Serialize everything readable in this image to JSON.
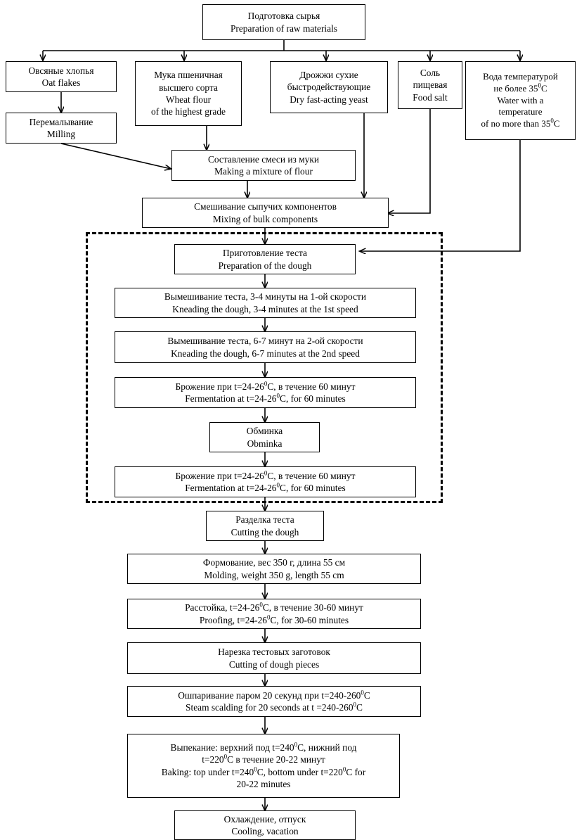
{
  "diagram": {
    "title_ru": "Подготовка сырья",
    "title_en": "Preparation of raw materials",
    "line_color": "#000000",
    "box_border_color": "#000000",
    "background": "#ffffff"
  },
  "nodes": {
    "prep_raw": {
      "ru": "Подготовка сырья",
      "en": "Preparation of raw materials"
    },
    "oat_flakes": {
      "ru": "Овсяные хлопья",
      "en": "Oat flakes"
    },
    "milling": {
      "ru": "Перемалывание",
      "en": "Milling"
    },
    "wheat_flour": {
      "ru_1": "Мука пшеничная",
      "ru_2": "высшего сорта",
      "en_1": "Wheat flour",
      "en_2": "of the highest grade"
    },
    "dry_yeast": {
      "ru_1": "Дрожжи сухие",
      "ru_2": "быстродействующие",
      "en": "Dry fast-acting yeast"
    },
    "food_salt": {
      "ru_1": "Соль",
      "ru_2": "пищевая",
      "en": "Food salt"
    },
    "water": {
      "ru_1": "Вода температурой",
      "ru_2": "не более 35",
      "ru_2_sup": "0",
      "ru_2_tail": "С",
      "en_1": "Water with a",
      "en_2": "temperature",
      "en_3": "of no more than 35",
      "en_3_sup": "0",
      "en_3_tail": "C"
    },
    "flour_mixture": {
      "ru": "Составление  смеси  из муки",
      "en": "Making a mixture of flour"
    },
    "mixing_bulk": {
      "ru": "Смешивание  сыпучих компонентов",
      "en": "Mixing of bulk components"
    },
    "dough_prep": {
      "ru": "Приготовление  теста",
      "en": "Preparation of the dough"
    },
    "knead_1": {
      "ru": "Вымешивание  теста,  3-4 минуты на 1-ой скорости",
      "en": "Kneading  the dough, 3-4 minutes at the 1st speed"
    },
    "knead_2": {
      "ru": "Вымешивание  теста,  6-7 минут  на 2-ой скорости",
      "en": "Kneading  the dough, 6-7 minutes at the 2nd speed"
    },
    "ferment_1": {
      "ru_a": "Брожение  при t=24-26",
      "ru_sup": "0",
      "ru_b": "С, в течение 60 минут",
      "en_a": "Fermentation at t=24-26",
      "en_sup": "0",
      "en_b": "C, for 60 minutes"
    },
    "obminka": {
      "ru": "Обминка",
      "en": "Obminka"
    },
    "ferment_2": {
      "ru_a": "Брожение  при t=24-26",
      "ru_sup": "0",
      "ru_b": "С, в течение 60 минут",
      "en_a": "Fermentation at t=24-26",
      "en_sup": "0",
      "en_b": "C, for 60 minutes"
    },
    "cutting_dough": {
      "ru": "Разделка теста",
      "en": "Cutting the dough"
    },
    "molding": {
      "ru": "Формование,  вес 350 г, длина 55 см",
      "en": "Molding, weight 350 g, length 55 cm"
    },
    "proofing": {
      "ru_a": "Расстойка,  t=24-26",
      "ru_sup": "0",
      "ru_b": "С, в течение 30-60 минут",
      "en_a": "Proofing, t=24-26",
      "en_sup": "0",
      "en_b": "C, for 30-60 minutes"
    },
    "cutting_pieces": {
      "ru": "Нарезка  тестовых  заготовок",
      "en": "Cutting of dough pieces"
    },
    "steam_scalding": {
      "ru_a": "Ошпаривание  паром 20 секунд при t=240-260",
      "ru_sup": "0",
      "ru_b": "С",
      "en_a": "Steam scalding for 20 seconds at t =240-260",
      "en_sup": "0",
      "en_b": "C"
    },
    "baking": {
      "ru_1a": "Выпекание:  верхний  под t=240",
      "ru_1sup": "0",
      "ru_1b": "С, нижний под",
      "ru_2a": "t=220",
      "ru_2sup": "0",
      "ru_2b": "С в течение 20-22 минут",
      "en_1a": "Baking: top under t=240",
      "en_1sup": "0",
      "en_1b": "C, bottom under t=220",
      "en_1sup2": "0",
      "en_1c": "C for",
      "en_2": "20-22 minutes"
    },
    "cooling": {
      "ru": "Охлаждение,  отпуск",
      "en": "Cooling, vacation"
    }
  },
  "edges": [
    {
      "name": "prep-raw-to-oat-flakes",
      "from": "prep_raw",
      "to": "oat_flakes"
    },
    {
      "name": "prep-raw-to-wheat-flour",
      "from": "prep_raw",
      "to": "wheat_flour"
    },
    {
      "name": "prep-raw-to-dry-yeast",
      "from": "prep_raw",
      "to": "dry_yeast"
    },
    {
      "name": "prep-raw-to-food-salt",
      "from": "prep_raw",
      "to": "food_salt"
    },
    {
      "name": "prep-raw-to-water",
      "from": "prep_raw",
      "to": "water"
    },
    {
      "name": "oat-flakes-to-milling",
      "from": "oat_flakes",
      "to": "milling"
    },
    {
      "name": "milling-to-flour-mixture",
      "from": "milling",
      "to": "flour_mixture"
    },
    {
      "name": "wheat-flour-to-flour-mixture",
      "from": "wheat_flour",
      "to": "flour_mixture"
    },
    {
      "name": "flour-mixture-to-mixing-bulk",
      "from": "flour_mixture",
      "to": "mixing_bulk"
    },
    {
      "name": "dry-yeast-to-mixing-bulk",
      "from": "dry_yeast",
      "to": "mixing_bulk"
    },
    {
      "name": "food-salt-to-mixing-bulk",
      "from": "food_salt",
      "to": "mixing_bulk"
    },
    {
      "name": "mixing-bulk-to-dough-prep",
      "from": "mixing_bulk",
      "to": "dough_prep"
    },
    {
      "name": "water-to-dough-prep",
      "from": "water",
      "to": "dough_prep"
    },
    {
      "name": "dough-prep-to-knead-1",
      "from": "dough_prep",
      "to": "knead_1"
    },
    {
      "name": "knead-1-to-knead-2",
      "from": "knead_1",
      "to": "knead_2"
    },
    {
      "name": "knead-2-to-ferment-1",
      "from": "knead_2",
      "to": "ferment_1"
    },
    {
      "name": "ferment-1-to-obminka",
      "from": "ferment_1",
      "to": "obminka"
    },
    {
      "name": "obminka-to-ferment-2",
      "from": "obminka",
      "to": "ferment_2"
    },
    {
      "name": "ferment-2-to-cutting-dough",
      "from": "ferment_2",
      "to": "cutting_dough"
    },
    {
      "name": "cutting-dough-to-molding",
      "from": "cutting_dough",
      "to": "molding"
    },
    {
      "name": "molding-to-proofing",
      "from": "molding",
      "to": "proofing"
    },
    {
      "name": "proofing-to-cutting-pieces",
      "from": "proofing",
      "to": "cutting_pieces"
    },
    {
      "name": "cutting-pieces-to-steam-scalding",
      "from": "cutting_pieces",
      "to": "steam_scalding"
    },
    {
      "name": "steam-scalding-to-baking",
      "from": "steam_scalding",
      "to": "baking"
    },
    {
      "name": "baking-to-cooling",
      "from": "baking",
      "to": "cooling"
    }
  ]
}
